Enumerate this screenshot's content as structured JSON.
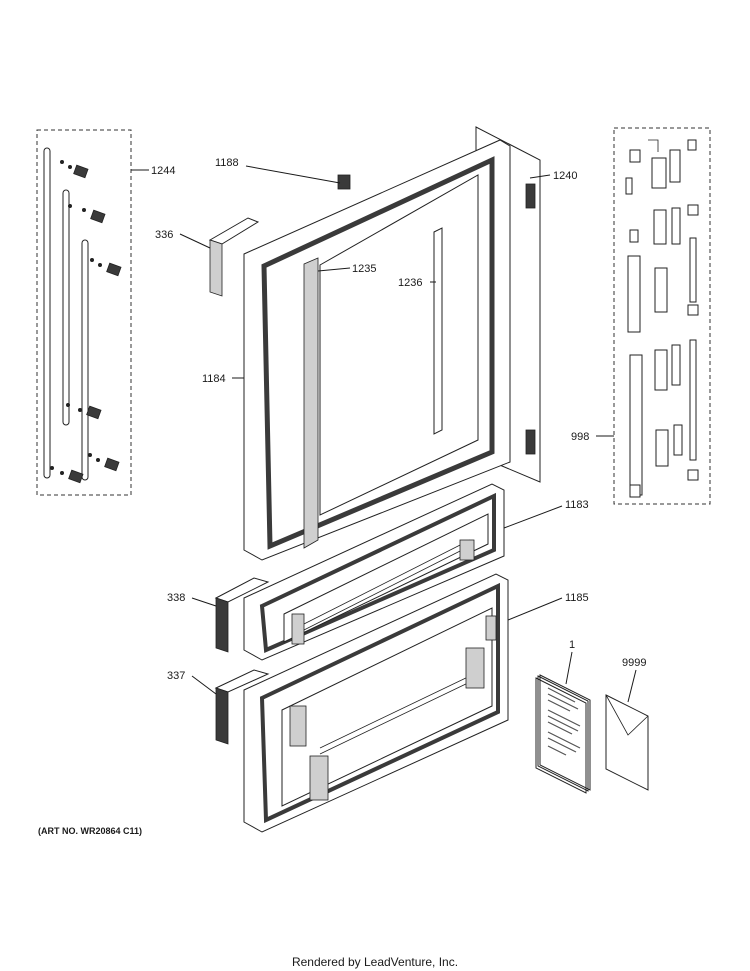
{
  "callouts": {
    "c1244": "1244",
    "c1188": "1188",
    "c336": "336",
    "c1235": "1235",
    "c1236": "1236",
    "c1240": "1240",
    "c1184": "1184",
    "c998": "998",
    "c1183": "1183",
    "c338": "338",
    "c1185": "1185",
    "c337": "337",
    "c1": "1",
    "c9999": "9999"
  },
  "art_number": "(ART NO. WR20864 C11)",
  "footer": "Rendered by LeadVenture, Inc."
}
